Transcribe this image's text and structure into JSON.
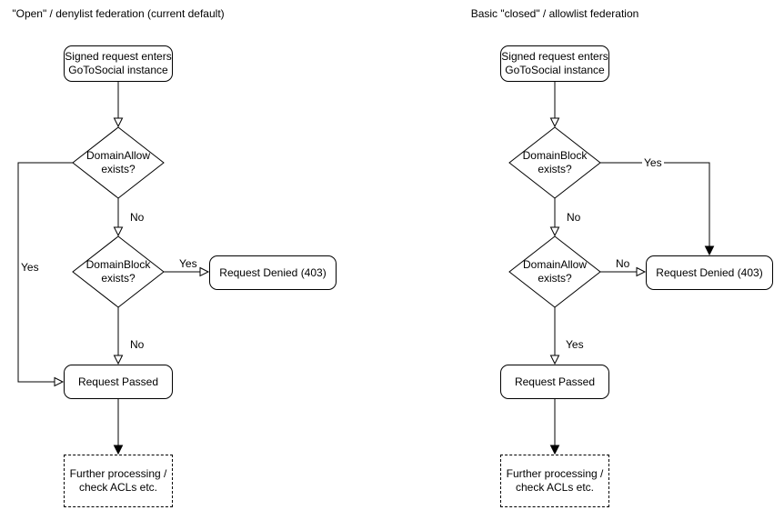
{
  "colors": {
    "stroke": "#000000",
    "node_fill": "#ffffff",
    "text": "#000000",
    "background": "#ffffff"
  },
  "left_chart": {
    "title": "\"Open\" / denylist federation (current default)",
    "nodes": {
      "start": "Signed request enters\nGoToSocial instance",
      "decision1": "DomainAllow\nexists?",
      "decision2": "DomainBlock\nexists?",
      "denied": "Request Denied (403)",
      "passed": "Request Passed",
      "further": "Further processing /\ncheck ACLs etc."
    },
    "edge_labels": {
      "decision1_yes": "Yes",
      "decision1_no": "No",
      "decision2_yes": "Yes",
      "decision2_no": "No"
    }
  },
  "right_chart": {
    "title": "Basic \"closed\" / allowlist federation",
    "nodes": {
      "start": "Signed request enters\nGoToSocial instance",
      "decision1": "DomainBlock\nexists?",
      "decision2": "DomainAllow\nexists?",
      "denied": "Request Denied (403)",
      "passed": "Request Passed",
      "further": "Further processing /\ncheck ACLs etc."
    },
    "edge_labels": {
      "decision1_yes": "Yes",
      "decision1_no": "No",
      "decision2_no": "No",
      "decision2_yes": "Yes"
    }
  }
}
